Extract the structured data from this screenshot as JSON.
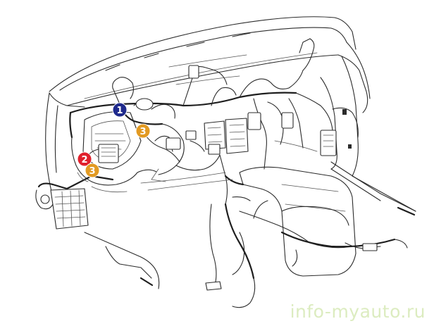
{
  "markers": [
    {
      "label": "1",
      "color": "#1f2a8c"
    },
    {
      "label": "3",
      "color": "#e29a22"
    },
    {
      "label": "2",
      "color": "#e0202c"
    },
    {
      "label": "3",
      "color": "#e29a22"
    }
  ],
  "watermark": "info-myauto.ru"
}
